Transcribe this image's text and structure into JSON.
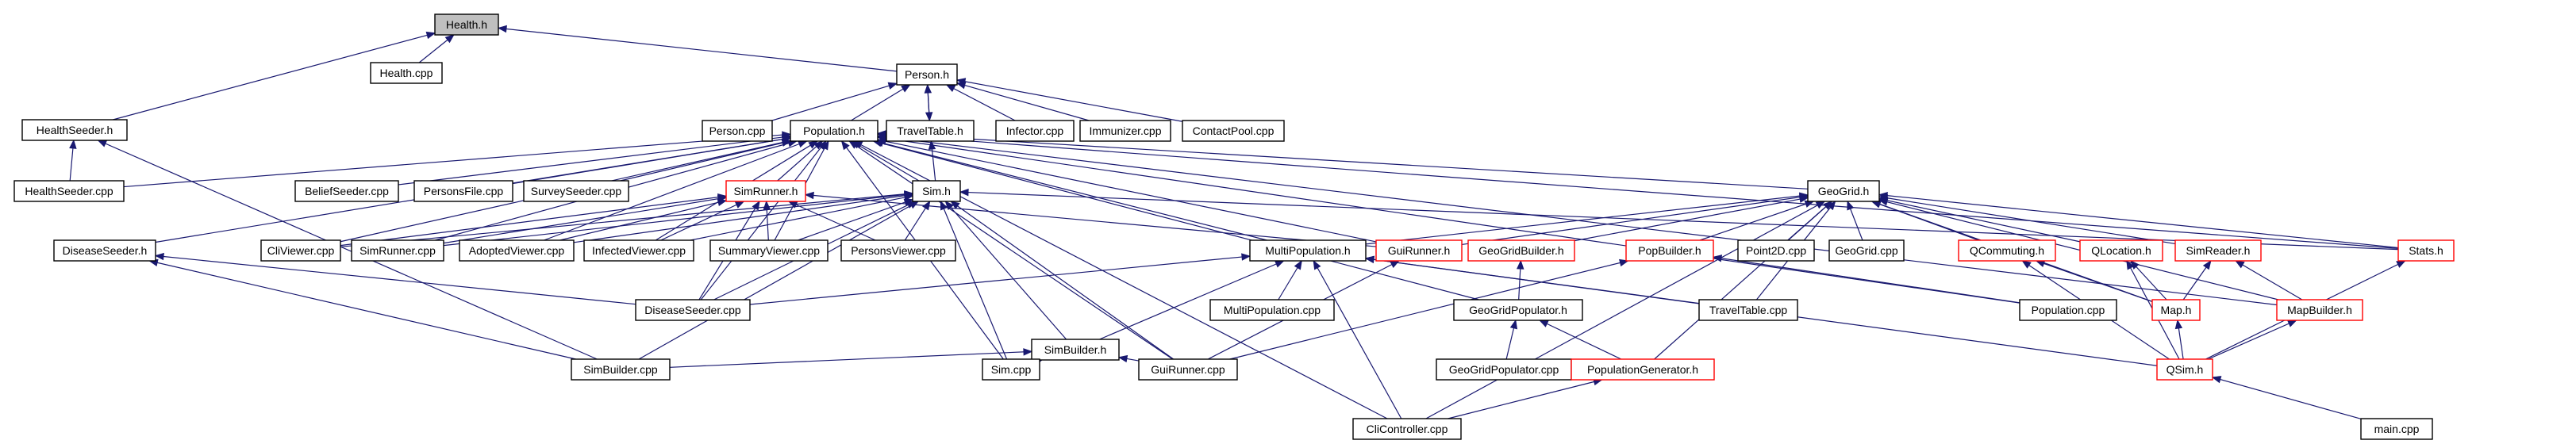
{
  "diagram": {
    "type": "include-dependency-graph",
    "edge_color": "#191970",
    "node_border_default": "#000000",
    "node_border_undocumented": "#ff0000",
    "current_node_fill": "#bfbfbf",
    "nodes": [
      {
        "id": "health_h",
        "label": "Health.h",
        "style": "current"
      },
      {
        "id": "health_cpp",
        "label": "Health.cpp",
        "style": "black"
      },
      {
        "id": "person_h",
        "label": "Person.h",
        "style": "black"
      },
      {
        "id": "healthseeder_h",
        "label": "HealthSeeder.h",
        "style": "black"
      },
      {
        "id": "person_cpp",
        "label": "Person.cpp",
        "style": "black"
      },
      {
        "id": "population_h",
        "label": "Population.h",
        "style": "black"
      },
      {
        "id": "traveltable_h",
        "label": "TravelTable.h",
        "style": "black"
      },
      {
        "id": "infector_cpp",
        "label": "Infector.cpp",
        "style": "black"
      },
      {
        "id": "immunizer_cpp",
        "label": "Immunizer.cpp",
        "style": "black"
      },
      {
        "id": "contactpool_cpp",
        "label": "ContactPool.cpp",
        "style": "black"
      },
      {
        "id": "healthseeder_cpp",
        "label": "HealthSeeder.cpp",
        "style": "black"
      },
      {
        "id": "beliefseeder_cpp",
        "label": "BeliefSeeder.cpp",
        "style": "black"
      },
      {
        "id": "personsfile_cpp",
        "label": "PersonsFile.cpp",
        "style": "black"
      },
      {
        "id": "surveyseeder_cpp",
        "label": "SurveySeeder.cpp",
        "style": "black"
      },
      {
        "id": "simrunner_h",
        "label": "SimRunner.h",
        "style": "red"
      },
      {
        "id": "sim_h",
        "label": "Sim.h",
        "style": "black"
      },
      {
        "id": "geogrid_h",
        "label": "GeoGrid.h",
        "style": "black"
      },
      {
        "id": "diseaseseeder_h",
        "label": "DiseaseSeeder.h",
        "style": "black"
      },
      {
        "id": "cliviewer_cpp",
        "label": "CliViewer.cpp",
        "style": "black"
      },
      {
        "id": "simrunner_cpp",
        "label": "SimRunner.cpp",
        "style": "black"
      },
      {
        "id": "adoptedviewer_cpp",
        "label": "AdoptedViewer.cpp",
        "style": "black"
      },
      {
        "id": "infectedviewer_cpp",
        "label": "InfectedViewer.cpp",
        "style": "black"
      },
      {
        "id": "summaryviewer_cpp",
        "label": "SummaryViewer.cpp",
        "style": "black"
      },
      {
        "id": "personsviewer_cpp",
        "label": "PersonsViewer.cpp",
        "style": "black"
      },
      {
        "id": "multipopulation_h",
        "label": "MultiPopulation.h",
        "style": "black"
      },
      {
        "id": "guirunner_h",
        "label": "GuiRunner.h",
        "style": "red"
      },
      {
        "id": "geogridbuilder_h",
        "label": "GeoGridBuilder.h",
        "style": "red"
      },
      {
        "id": "popbuilder_h",
        "label": "PopBuilder.h",
        "style": "red"
      },
      {
        "id": "point2d_cpp",
        "label": "Point2D.cpp",
        "style": "black"
      },
      {
        "id": "geogrid_cpp",
        "label": "GeoGrid.cpp",
        "style": "black"
      },
      {
        "id": "qcommuting_h",
        "label": "QCommuting.h",
        "style": "red"
      },
      {
        "id": "qlocation_h",
        "label": "QLocation.h",
        "style": "red"
      },
      {
        "id": "simreader_h",
        "label": "SimReader.h",
        "style": "red"
      },
      {
        "id": "stats_h",
        "label": "Stats.h",
        "style": "red"
      },
      {
        "id": "diseaseseeder_cpp",
        "label": "DiseaseSeeder.cpp",
        "style": "black"
      },
      {
        "id": "multipopulation_cpp",
        "label": "MultiPopulation.cpp",
        "style": "black"
      },
      {
        "id": "geogridpopulator_h",
        "label": "GeoGridPopulator.h",
        "style": "black"
      },
      {
        "id": "traveltable_cpp",
        "label": "TravelTable.cpp",
        "style": "black"
      },
      {
        "id": "population_cpp",
        "label": "Population.cpp",
        "style": "black"
      },
      {
        "id": "map_h",
        "label": "Map.h",
        "style": "red"
      },
      {
        "id": "mapbuilder_h",
        "label": "MapBuilder.h",
        "style": "red"
      },
      {
        "id": "simbuilder_h",
        "label": "SimBuilder.h",
        "style": "black"
      },
      {
        "id": "simbuilder_cpp",
        "label": "SimBuilder.cpp",
        "style": "black"
      },
      {
        "id": "sim_cpp",
        "label": "Sim.cpp",
        "style": "black"
      },
      {
        "id": "guirunner_cpp",
        "label": "GuiRunner.cpp",
        "style": "black"
      },
      {
        "id": "geogridpopulator_cpp",
        "label": "GeoGridPopulator.cpp",
        "style": "black"
      },
      {
        "id": "populationgenerator_h",
        "label": "PopulationGenerator.h",
        "style": "red"
      },
      {
        "id": "qsim_h",
        "label": "QSim.h",
        "style": "red"
      },
      {
        "id": "clicontroller_cpp",
        "label": "CliController.cpp",
        "style": "black"
      },
      {
        "id": "main_cpp",
        "label": "main.cpp",
        "style": "black"
      }
    ],
    "edges": [
      [
        "health_cpp",
        "health_h"
      ],
      [
        "person_h",
        "health_h"
      ],
      [
        "healthseeder_h",
        "health_h"
      ],
      [
        "person_cpp",
        "person_h"
      ],
      [
        "population_h",
        "person_h"
      ],
      [
        "traveltable_h",
        "person_h"
      ],
      [
        "infector_cpp",
        "person_h"
      ],
      [
        "immunizer_cpp",
        "person_h"
      ],
      [
        "contactpool_cpp",
        "person_h"
      ],
      [
        "person_h",
        "traveltable_h"
      ],
      [
        "healthseeder_cpp",
        "healthseeder_h"
      ],
      [
        "simbuilder_cpp",
        "healthseeder_h"
      ],
      [
        "healthseeder_cpp",
        "population_h"
      ],
      [
        "beliefseeder_cpp",
        "population_h"
      ],
      [
        "personsfile_cpp",
        "population_h"
      ],
      [
        "surveyseeder_cpp",
        "population_h"
      ],
      [
        "simrunner_h",
        "population_h"
      ],
      [
        "sim_h",
        "population_h"
      ],
      [
        "geogrid_h",
        "population_h"
      ],
      [
        "diseaseseeder_h",
        "population_h"
      ],
      [
        "cliviewer_cpp",
        "population_h"
      ],
      [
        "simrunner_cpp",
        "population_h"
      ],
      [
        "adoptedviewer_cpp",
        "population_h"
      ],
      [
        "infectedviewer_cpp",
        "population_h"
      ],
      [
        "summaryviewer_cpp",
        "population_h"
      ],
      [
        "multipopulation_h",
        "population_h"
      ],
      [
        "guirunner_h",
        "population_h"
      ],
      [
        "stats_h",
        "population_h"
      ],
      [
        "geogridpopulator_h",
        "population_h"
      ],
      [
        "population_cpp",
        "population_h"
      ],
      [
        "mapbuilder_h",
        "population_h"
      ],
      [
        "clicontroller_cpp",
        "population_h"
      ],
      [
        "sim_cpp",
        "population_h"
      ],
      [
        "guirunner_cpp",
        "population_h"
      ],
      [
        "diseaseseeder_cpp",
        "population_h"
      ],
      [
        "sim_h",
        "traveltable_h"
      ],
      [
        "cliviewer_cpp",
        "simrunner_h"
      ],
      [
        "simrunner_cpp",
        "simrunner_h"
      ],
      [
        "adoptedviewer_cpp",
        "simrunner_h"
      ],
      [
        "infectedviewer_cpp",
        "simrunner_h"
      ],
      [
        "summaryviewer_cpp",
        "simrunner_h"
      ],
      [
        "personsviewer_cpp",
        "simrunner_h"
      ],
      [
        "guirunner_h",
        "simrunner_h"
      ],
      [
        "diseaseseeder_cpp",
        "simrunner_h"
      ],
      [
        "cliviewer_cpp",
        "sim_h"
      ],
      [
        "simrunner_cpp",
        "sim_h"
      ],
      [
        "adoptedviewer_cpp",
        "sim_h"
      ],
      [
        "infectedviewer_cpp",
        "sim_h"
      ],
      [
        "summaryviewer_cpp",
        "sim_h"
      ],
      [
        "personsviewer_cpp",
        "sim_h"
      ],
      [
        "simbuilder_h",
        "sim_h"
      ],
      [
        "sim_cpp",
        "sim_h"
      ],
      [
        "simbuilder_cpp",
        "sim_h"
      ],
      [
        "guirunner_cpp",
        "sim_h"
      ],
      [
        "diseaseseeder_cpp",
        "sim_h"
      ],
      [
        "stats_h",
        "sim_h"
      ],
      [
        "multipopulation_h",
        "geogrid_h"
      ],
      [
        "guirunner_h",
        "geogrid_h"
      ],
      [
        "geogridbuilder_h",
        "geogrid_h"
      ],
      [
        "popbuilder_h",
        "geogrid_h"
      ],
      [
        "point2d_cpp",
        "geogrid_h"
      ],
      [
        "geogrid_cpp",
        "geogrid_h"
      ],
      [
        "qcommuting_h",
        "geogrid_h"
      ],
      [
        "qlocation_h",
        "geogrid_h"
      ],
      [
        "simreader_h",
        "geogrid_h"
      ],
      [
        "stats_h",
        "geogrid_h"
      ],
      [
        "traveltable_cpp",
        "geogrid_h"
      ],
      [
        "map_h",
        "geogrid_h"
      ],
      [
        "mapbuilder_h",
        "geogrid_h"
      ],
      [
        "populationgenerator_h",
        "geogrid_h"
      ],
      [
        "clicontroller_cpp",
        "geogrid_h"
      ],
      [
        "diseaseseeder_cpp",
        "diseaseseeder_h"
      ],
      [
        "simbuilder_cpp",
        "diseaseseeder_h"
      ],
      [
        "multipopulation_cpp",
        "multipopulation_h"
      ],
      [
        "simbuilder_h",
        "multipopulation_h"
      ],
      [
        "traveltable_cpp",
        "multipopulation_h"
      ],
      [
        "qsim_h",
        "multipopulation_h"
      ],
      [
        "clicontroller_cpp",
        "multipopulation_h"
      ],
      [
        "diseaseseeder_cpp",
        "multipopulation_h"
      ],
      [
        "guirunner_cpp",
        "guirunner_h"
      ],
      [
        "geogridpopulator_h",
        "geogridbuilder_h"
      ],
      [
        "population_cpp",
        "popbuilder_h"
      ],
      [
        "guirunner_cpp",
        "popbuilder_h"
      ],
      [
        "qsim_h",
        "qcommuting_h"
      ],
      [
        "map_h",
        "qcommuting_h"
      ],
      [
        "qsim_h",
        "qlocation_h"
      ],
      [
        "map_h",
        "qlocation_h"
      ],
      [
        "map_h",
        "simreader_h"
      ],
      [
        "mapbuilder_h",
        "simreader_h"
      ],
      [
        "qsim_h",
        "stats_h"
      ],
      [
        "geogridpopulator_cpp",
        "geogridpopulator_h"
      ],
      [
        "populationgenerator_h",
        "geogridpopulator_h"
      ],
      [
        "qsim_h",
        "map_h"
      ],
      [
        "qsim_h",
        "mapbuilder_h"
      ],
      [
        "simbuilder_cpp",
        "simbuilder_h"
      ],
      [
        "sim_cpp",
        "simbuilder_h"
      ],
      [
        "guirunner_cpp",
        "simbuilder_h"
      ],
      [
        "clicontroller_cpp",
        "populationgenerator_h"
      ],
      [
        "main_cpp",
        "qsim_h"
      ]
    ]
  }
}
